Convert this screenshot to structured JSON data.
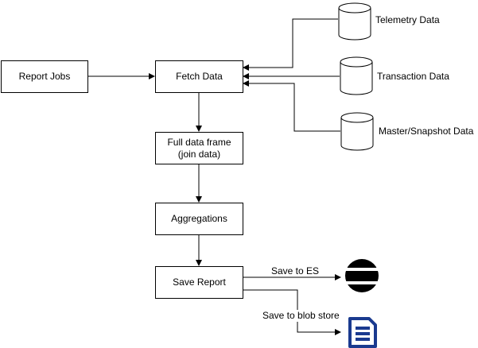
{
  "nodes": {
    "report_jobs": "Report Jobs",
    "fetch_data": "Fetch Data",
    "full_data_frame": "Full data frame\n(join data)",
    "aggregations": "Aggregations",
    "save_report": "Save Report"
  },
  "sources": {
    "telemetry": "Telemetry Data",
    "transaction": "Transaction Data",
    "master_snapshot": "Master/Snapshot Data"
  },
  "edges": {
    "save_to_es": "Save to ES",
    "save_to_blob": "Save to blob store"
  },
  "colors": {
    "stroke": "#000000",
    "elastic_icon": "#000000",
    "doc_icon": "#1a3a8f"
  },
  "icons": {
    "database": "database-cylinder-icon",
    "elasticsearch": "elasticsearch-icon",
    "blob_store": "document-icon"
  }
}
